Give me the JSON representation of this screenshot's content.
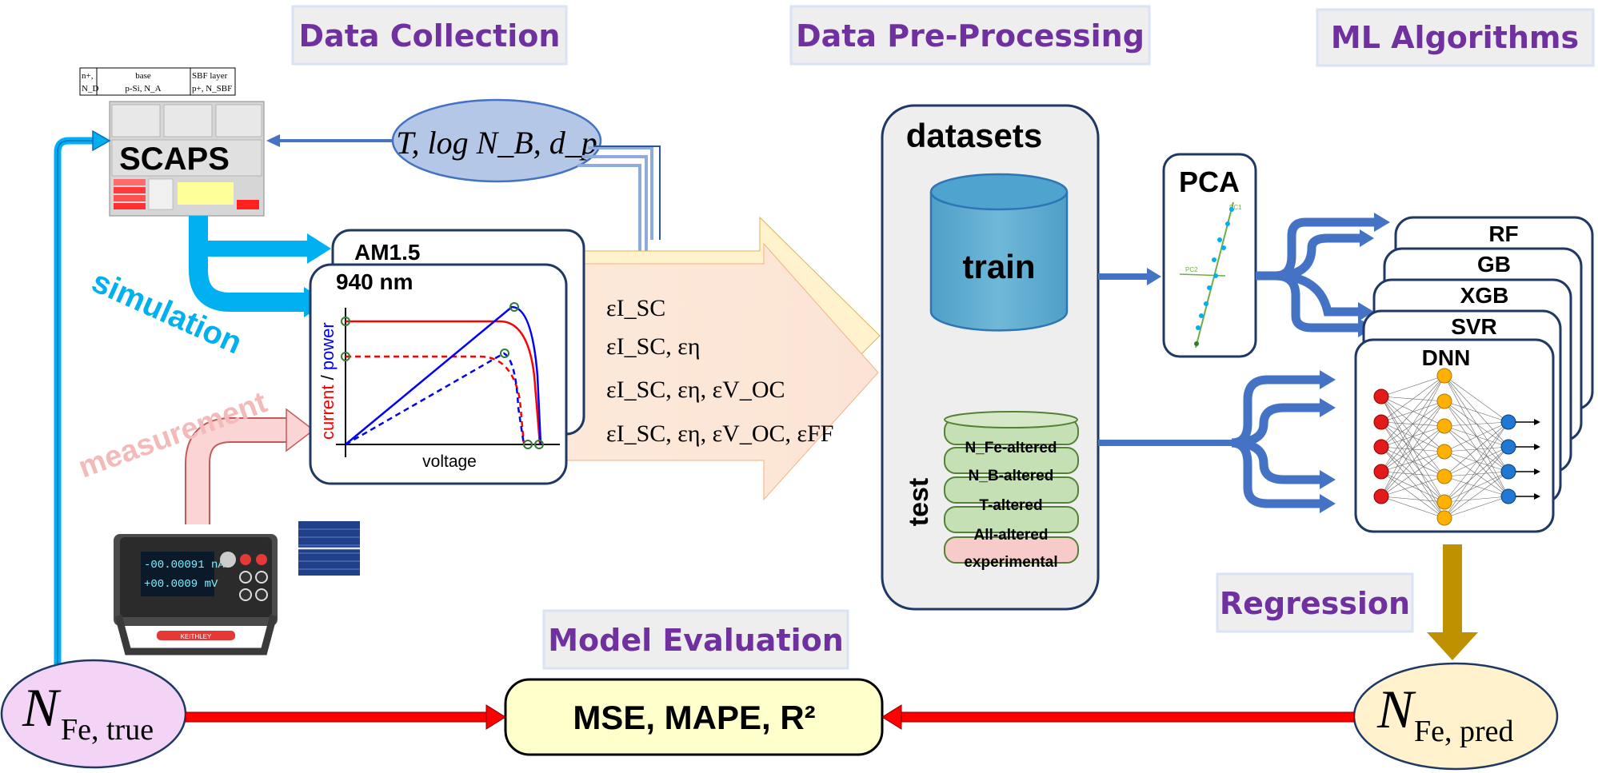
{
  "headers": {
    "data_collection": "Data Collection",
    "data_preprocessing": "Data Pre-Processing",
    "ml_algorithms": "ML Algorithms",
    "model_evaluation": "Model Evaluation",
    "regression": "Regression"
  },
  "device_table": {
    "col1_top": "n+,",
    "col1_bottom": "N_D",
    "col2_top": "base",
    "col2_bottom": "p-Si, N_A",
    "col3_top": "SBF layer",
    "col3_bottom": "p+, N_SBF"
  },
  "scaps": {
    "label": "SCAPS"
  },
  "params_ellipse": {
    "label": "T, log N_B, d_p"
  },
  "flow_labels": {
    "simulation": "simulation",
    "measurement": "measurement"
  },
  "iv_panels": {
    "back_title": "AM1.5",
    "front_title": "940 nm",
    "ylabel_current": "current",
    "ylabel_sep": " / ",
    "ylabel_power": "power",
    "xlabel": "voltage"
  },
  "features": [
    "εI_SC",
    "εI_SC, εη",
    "εI_SC, εη, εV_OC",
    "εI_SC, εη, εV_OC, εFF"
  ],
  "datasets": {
    "title": "datasets",
    "train": "train",
    "test": "test",
    "test_sets": [
      "N_Fe-altered",
      "N_B-altered",
      "T-altered",
      "All-altered",
      "experimental"
    ]
  },
  "pca": {
    "label": "PCA",
    "pc1": "PC1",
    "pc2": "PC2"
  },
  "models": [
    "RF",
    "GB",
    "XGB",
    "SVR",
    "DNN"
  ],
  "instrument": {
    "reading_current": "-00.00091 nA",
    "reading_voltage": "+00.0009 mV",
    "brand": "KEITHLEY"
  },
  "true_label": {
    "symbol": "N",
    "subscript": "Fe, true"
  },
  "pred_label": {
    "symbol": "N",
    "subscript": "Fe, pred"
  },
  "metrics": {
    "label": "MSE, MAPE, R²"
  },
  "colors": {
    "header_text": "#7030a0",
    "header_bg": "#eeeeee",
    "simulation_arrow": "#00b0f0",
    "measurement_arrow": "#f4b9b9",
    "flow_blue": "#4472c4",
    "eval_red": "#ff0000",
    "regression_arrow": "#bf9000",
    "current_curve": "#ff0000",
    "power_curve": "#0000ff"
  }
}
